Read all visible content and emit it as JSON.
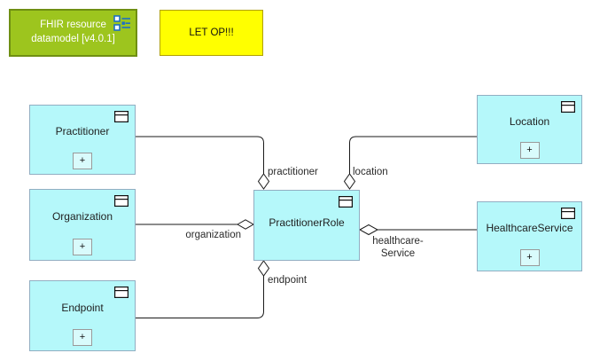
{
  "diagram": {
    "background_color": "#FFFFFF",
    "notes": {
      "title": {
        "line1": "FHIR resource",
        "line2": "datamodel [v4.0.1]",
        "fill_color": "#9DC51E",
        "border_color": "#6F8F12",
        "text_color": "#FFFFFF",
        "icon": "diagram-view-icon"
      },
      "warning": {
        "label": "LET OP!!!",
        "fill_color": "#FFFF00",
        "border_color": "#B0A000",
        "text_color": "#111111"
      }
    },
    "node_style": {
      "fill_color": "#B5F8FA",
      "border_color": "#92AEC2",
      "corner_icon": "uml-class-icon",
      "expand_label": "+"
    },
    "nodes": [
      {
        "id": "practitioner",
        "label": "Practitioner"
      },
      {
        "id": "organization",
        "label": "Organization"
      },
      {
        "id": "endpoint",
        "label": "Endpoint"
      },
      {
        "id": "practitionerRole",
        "label": "PractitionerRole"
      },
      {
        "id": "location",
        "label": "Location"
      },
      {
        "id": "healthcareService",
        "label": "HealthcareService"
      }
    ],
    "relations": [
      {
        "type": "aggregation",
        "from": "Practitioner",
        "to": "PractitionerRole",
        "label": "practitioner"
      },
      {
        "type": "aggregation",
        "from": "Location",
        "to": "PractitionerRole",
        "label": "location"
      },
      {
        "type": "aggregation",
        "from": "Organization",
        "to": "PractitionerRole",
        "label": "organization"
      },
      {
        "type": "aggregation",
        "from": "HealthcareService",
        "to": "PractitionerRole",
        "label_line1": "healthcare-",
        "label_line2": "Service"
      },
      {
        "type": "aggregation",
        "from": "Endpoint",
        "to": "PractitionerRole",
        "label": "endpoint"
      }
    ]
  }
}
